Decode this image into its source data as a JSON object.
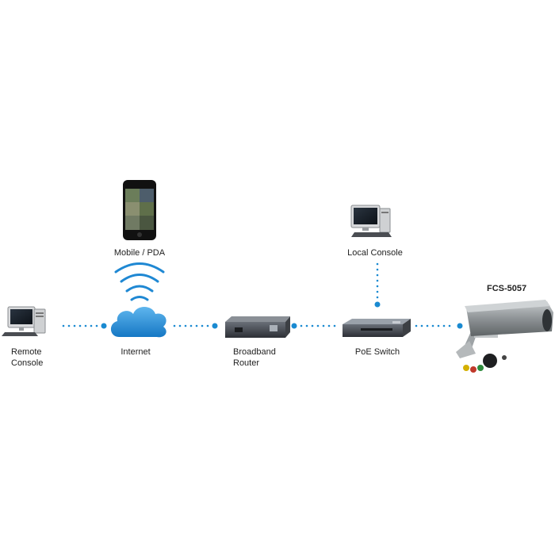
{
  "nodes": {
    "remote_console": {
      "label_line1": "Remote",
      "label_line2": "Console"
    },
    "internet": {
      "label": "Internet"
    },
    "mobile": {
      "label": "Mobile / PDA"
    },
    "router": {
      "label_line1": "Broadband",
      "label_line2": "Router"
    },
    "local_console": {
      "label": "Local Console"
    },
    "poe_switch": {
      "label": "PoE Switch"
    },
    "camera": {
      "label": "FCS-5057"
    }
  },
  "colors": {
    "link": "#1a8ad1",
    "cloud": "#2b8fd9",
    "wifi": "#1f88d3"
  }
}
